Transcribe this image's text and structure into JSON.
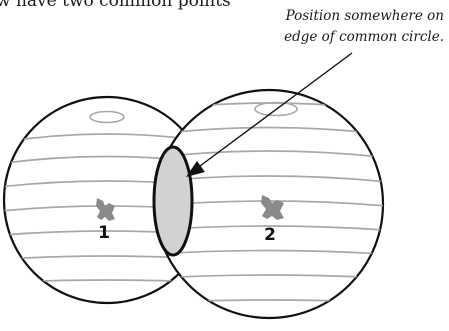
{
  "heading": {
    "text": "w have two common points"
  },
  "callout": {
    "line1": "Position somewhere on",
    "line2": "edge of common circle."
  },
  "satellites": {
    "first_label": "1",
    "second_label": "2"
  },
  "icons": {
    "satellite": "satellite-icon",
    "arrow": "arrow-icon"
  },
  "colors": {
    "outline": "#111111",
    "latitude_line": "#a8a8a8",
    "overlap_fill": "#d2d2d2",
    "background": "#ffffff"
  }
}
